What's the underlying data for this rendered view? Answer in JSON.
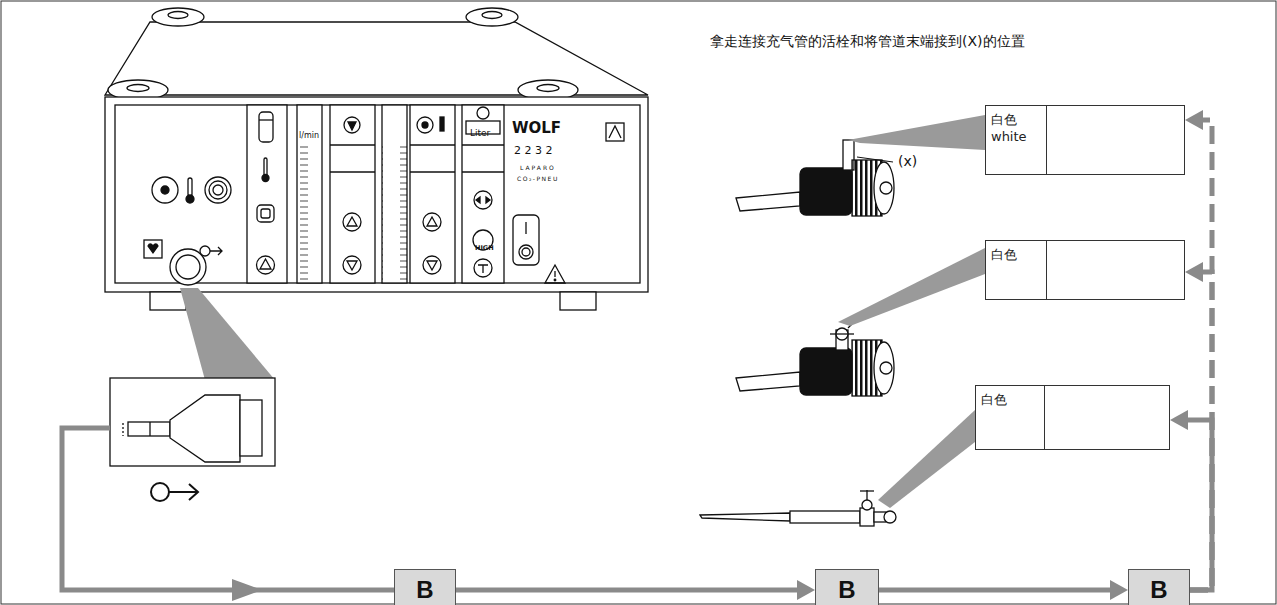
{
  "diagram": {
    "title": "拿走连接充气管的活栓和将管道末端接到(X)的位置",
    "nodes": [
      {
        "text": [
          "白色",
          "white"
        ]
      },
      {
        "text": [
          "白色"
        ]
      },
      {
        "text": [
          "白色"
        ]
      },
      {
        "text": [
          "B"
        ]
      },
      {
        "text": [
          "B"
        ]
      },
      {
        "text": [
          "B"
        ]
      }
    ],
    "edges": [
      {
        "from": 3,
        "to": 4,
        "arrow": "to"
      },
      {
        "from": 4,
        "to": 5,
        "arrow": "to"
      },
      {
        "from": 5,
        "to": 0,
        "arrow": "to"
      },
      {
        "from": 5,
        "to": 1,
        "arrow": "to"
      },
      {
        "from": 5,
        "to": 2,
        "arrow": "to"
      }
    ],
    "labels": [
      "(x)",
      "l/min",
      "Liter",
      "HIGH",
      "WOLF",
      "2 2 3 2",
      "LAPARO",
      "CO₂-PNEU"
    ]
  }
}
